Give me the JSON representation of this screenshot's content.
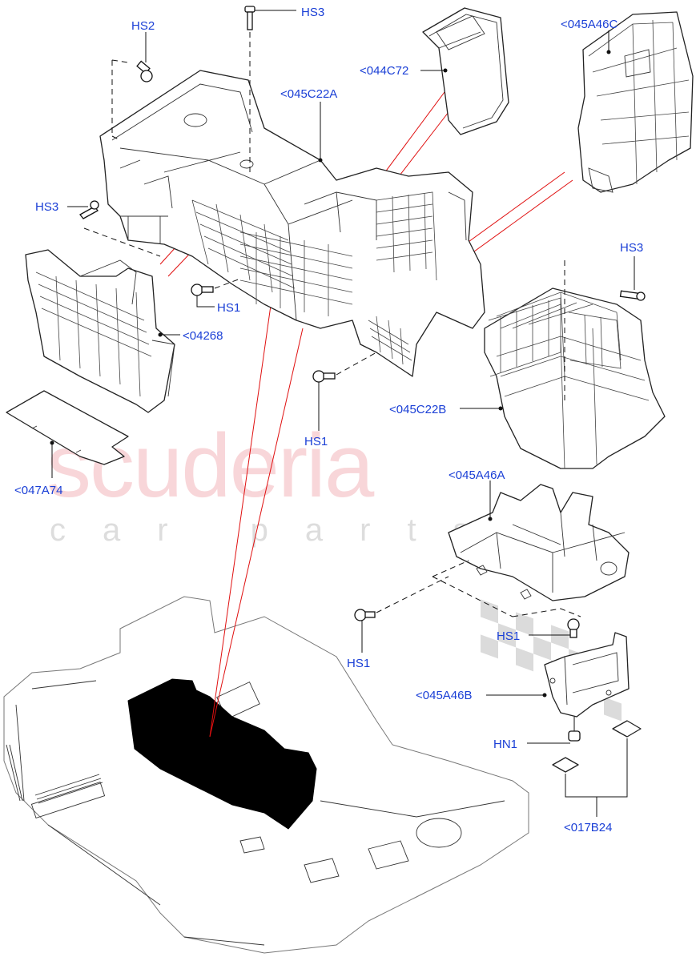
{
  "watermark": {
    "line1": "scuderia",
    "line2": "car parts"
  },
  "callouts": {
    "hs2": "HS2",
    "hs3_top": "HS3",
    "c044c72": "<044C72",
    "c045a46c": "<045A46C",
    "c045c22a": "<045C22A",
    "hs3_left": "HS3",
    "hs3_right": "HS3",
    "hs1_mid": "HS1",
    "c04268": "<04268",
    "hs1_center": "HS1",
    "c045c22b": "<045C22B",
    "c047a74": "<047A74",
    "c045a46a": "<045A46A",
    "hs1_lower": "HS1",
    "hs1_bracket": "HS1",
    "c045a46b": "<045A46B",
    "hn1": "HN1",
    "c017b24": "<017B24"
  },
  "colors": {
    "callout_text": "#1a3fd6",
    "leader_lines": "#111111",
    "highlight_lines": "#e01010",
    "highlight_part": "#000000",
    "watermark_red": "#f6c9cd",
    "watermark_grey": "#cfcfcf"
  }
}
